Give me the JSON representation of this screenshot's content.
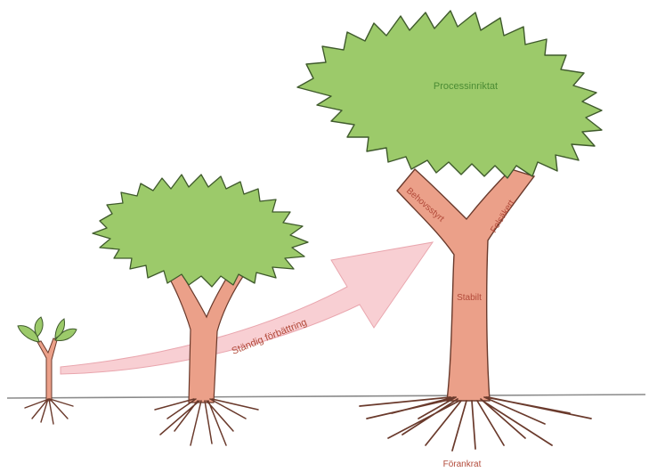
{
  "labels": {
    "process": "Processinriktat",
    "behov": "Behovsstyrt",
    "felsakert": "Felsäkert",
    "stabilt": "Stabilt",
    "forankrat": "Förankrat",
    "arrow": "Ständig förbättring"
  },
  "colors": {
    "foliage": "#9cca6a",
    "foliage_stroke": "#3f5a2c",
    "trunk": "#eba089",
    "trunk_stroke": "#6a3a2c",
    "arrow_fill": "#f8cfd3",
    "arrow_stroke": "#e9a6ae",
    "ground": "#8a8a8a",
    "label_green": "#4b8c34",
    "label_red": "#b24a3a"
  },
  "icons": [
    "seedling-icon",
    "small-tree-icon",
    "large-tree-icon",
    "arrow-icon"
  ]
}
